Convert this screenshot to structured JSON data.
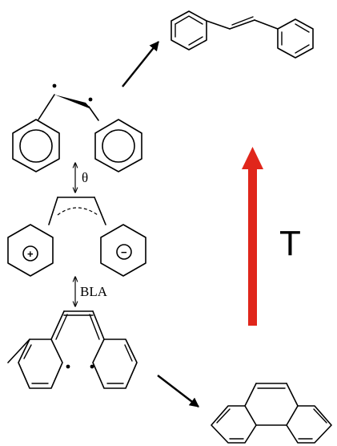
{
  "labels": {
    "torsion": "θ",
    "bond_length_alternation": "BLA",
    "temperature": "T",
    "plus_charge": "+",
    "minus_charge": "−"
  },
  "colors": {
    "ink": "#000000",
    "temperature_arrow": "#e0261b"
  }
}
